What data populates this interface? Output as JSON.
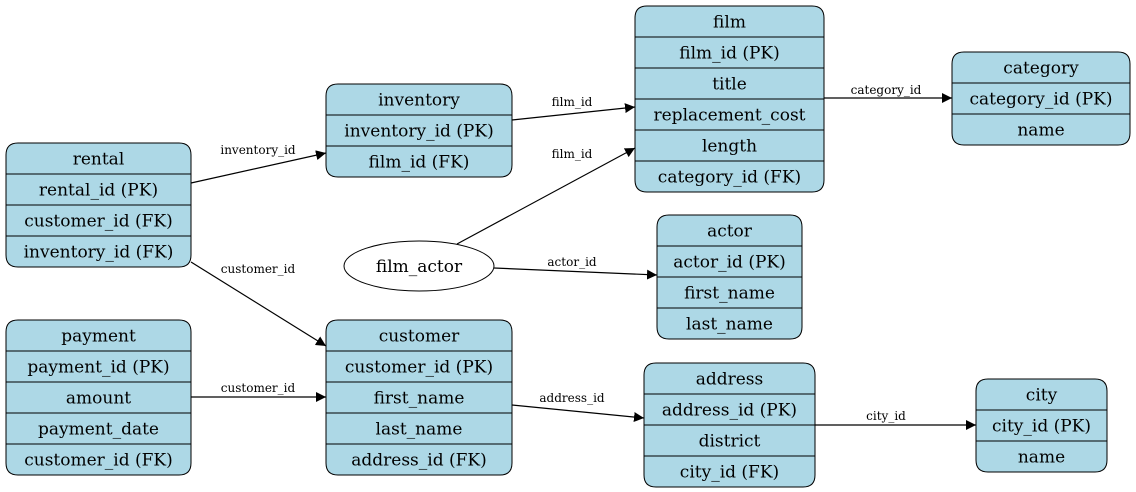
{
  "colors": {
    "entity_fill": "#add8e6",
    "stroke": "#000000",
    "background": "#ffffff"
  },
  "entities": [
    {
      "id": "film",
      "fields": [
        "film",
        "film_id (PK)",
        "title",
        "replacement_cost",
        "length",
        "category_id (FK)"
      ]
    },
    {
      "id": "category",
      "fields": [
        "category",
        "category_id (PK)",
        "name"
      ]
    },
    {
      "id": "inventory",
      "fields": [
        "inventory",
        "inventory_id (PK)",
        "film_id (FK)"
      ]
    },
    {
      "id": "rental",
      "fields": [
        "rental",
        "rental_id (PK)",
        "customer_id (FK)",
        "inventory_id (FK)"
      ]
    },
    {
      "id": "actor",
      "fields": [
        "actor",
        "actor_id (PK)",
        "first_name",
        "last_name"
      ]
    },
    {
      "id": "payment",
      "fields": [
        "payment",
        "payment_id (PK)",
        "amount",
        "payment_date",
        "customer_id (FK)"
      ]
    },
    {
      "id": "customer",
      "fields": [
        "customer",
        "customer_id (PK)",
        "first_name",
        "last_name",
        "address_id (FK)"
      ]
    },
    {
      "id": "address",
      "fields": [
        "address",
        "address_id (PK)",
        "district",
        "city_id (FK)"
      ]
    },
    {
      "id": "city",
      "fields": [
        "city",
        "city_id (PK)",
        "name"
      ]
    }
  ],
  "junctions": [
    {
      "id": "film_actor",
      "label": "film_actor"
    }
  ],
  "relationships": [
    {
      "id": "inventory-film",
      "label": "film_id"
    },
    {
      "id": "film-category",
      "label": "category_id"
    },
    {
      "id": "rental-inventory",
      "label": "inventory_id"
    },
    {
      "id": "filmactor-film",
      "label": "film_id"
    },
    {
      "id": "filmactor-actor",
      "label": "actor_id"
    },
    {
      "id": "rental-customer",
      "label": "customer_id"
    },
    {
      "id": "payment-customer",
      "label": "customer_id"
    },
    {
      "id": "customer-address",
      "label": "address_id"
    },
    {
      "id": "address-city",
      "label": "city_id"
    }
  ]
}
